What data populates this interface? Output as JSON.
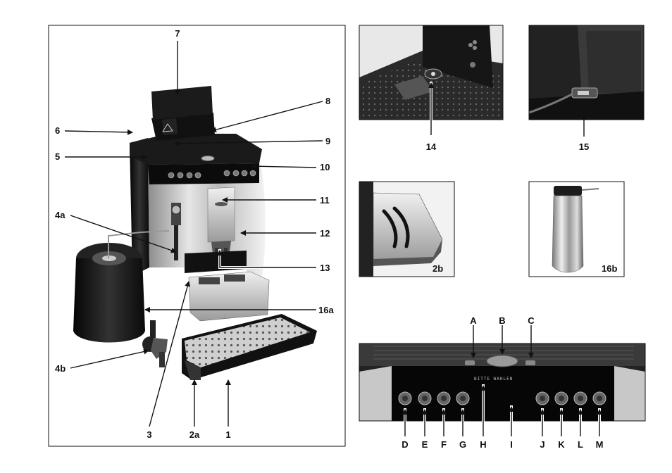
{
  "main_figure": {
    "callouts": [
      "7",
      "8",
      "6",
      "9",
      "5",
      "10",
      "4a",
      "11",
      "12",
      "13",
      "16a",
      "4b",
      "3",
      "2a",
      "1"
    ]
  },
  "detail_14": {
    "label": "14"
  },
  "detail_15": {
    "label": "15"
  },
  "detail_2b": {
    "label": "2b"
  },
  "detail_16b": {
    "label": "16b"
  },
  "control_panel": {
    "top_labels": [
      "A",
      "B",
      "C"
    ],
    "display_text": "BITTE WAHLEN",
    "bottom_labels": [
      "D",
      "E",
      "F",
      "G",
      "H",
      "I",
      "J",
      "K",
      "L",
      "M"
    ]
  }
}
